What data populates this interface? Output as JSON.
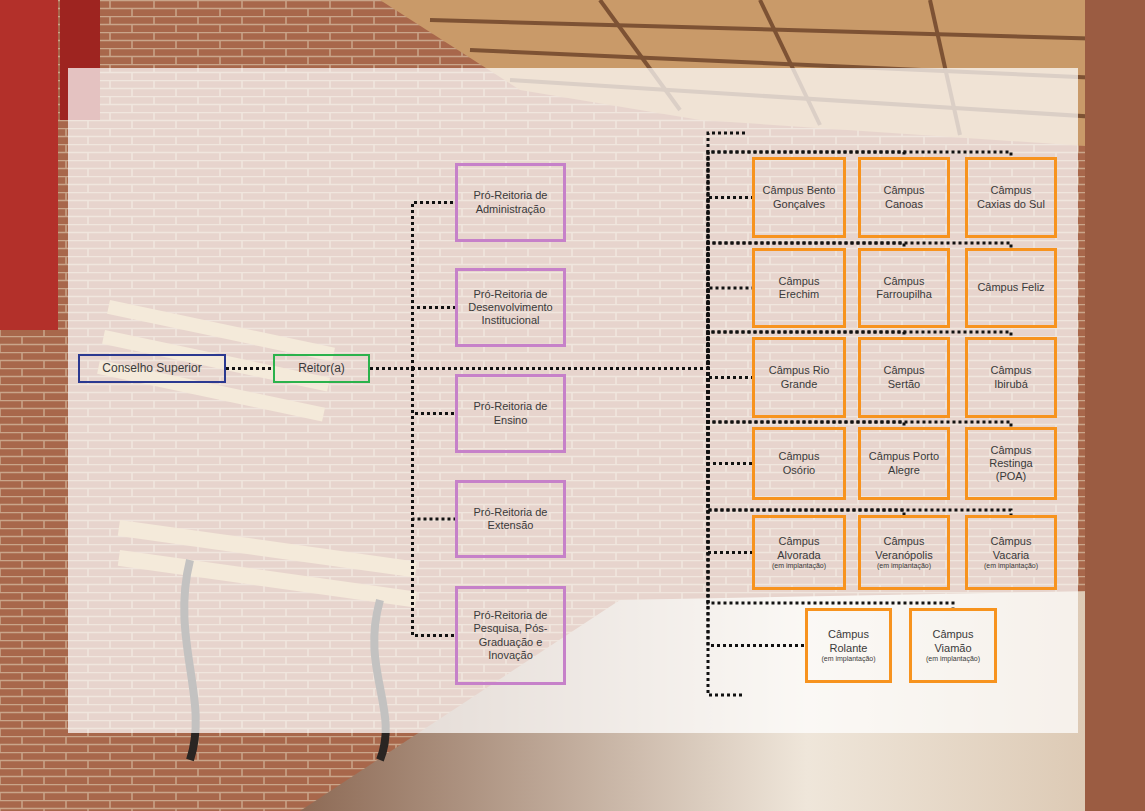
{
  "diagram": {
    "nodes": [
      {
        "text": [
          "Conselho Superior"
        ]
      },
      {
        "text": [
          "Reitor(a)"
        ]
      },
      {
        "text": [
          "Pró-Reitoria de Administração"
        ]
      },
      {
        "text": [
          "Pró-Reitoria de Desenvolvimento Institucional"
        ]
      },
      {
        "text": [
          "Pró-Reitoria de Ensino"
        ]
      },
      {
        "text": [
          "Pró-Reitoria de Extensão"
        ]
      },
      {
        "text": [
          "Pró-Reitoria de Pesquisa, Pós-Graduação e Inovação"
        ]
      },
      {
        "text": [
          "Câmpus Bento Gonçalves"
        ]
      },
      {
        "text": [
          "Câmpus Canoas"
        ]
      },
      {
        "text": [
          "Câmpus Caxias do Sul"
        ]
      },
      {
        "text": [
          "Câmpus Erechim"
        ]
      },
      {
        "text": [
          "Câmpus Farroupilha"
        ]
      },
      {
        "text": [
          "Câmpus Feliz"
        ]
      },
      {
        "text": [
          "Câmpus Rio Grande"
        ]
      },
      {
        "text": [
          "Câmpus Sertão"
        ]
      },
      {
        "text": [
          "Câmpus Ibirubá"
        ]
      },
      {
        "text": [
          "Câmpus Osório"
        ]
      },
      {
        "text": [
          "Câmpus Porto Alegre"
        ]
      },
      {
        "text": [
          "Câmpus Restinga (POA)"
        ]
      },
      {
        "text": [
          "Câmpus Alvorada",
          "(em implantação)"
        ]
      },
      {
        "text": [
          "Câmpus Veranópolis",
          "(em implantação)"
        ]
      },
      {
        "text": [
          "Câmpus Vacaria",
          "(em implantação)"
        ]
      },
      {
        "text": [
          "Câmpus Rolante",
          "(em implantação)"
        ]
      },
      {
        "text": [
          "Câmpus Viamão",
          "(em implantação)"
        ]
      }
    ],
    "edges": [
      {
        "from": 0,
        "to": 1,
        "arrow": "none"
      },
      {
        "from": 1,
        "to": 2,
        "arrow": "none"
      },
      {
        "from": 1,
        "to": 3,
        "arrow": "none"
      },
      {
        "from": 1,
        "to": 4,
        "arrow": "none"
      },
      {
        "from": 1,
        "to": 5,
        "arrow": "none"
      },
      {
        "from": 1,
        "to": 6,
        "arrow": "none"
      },
      {
        "from": 1,
        "to": 7,
        "arrow": "none"
      },
      {
        "from": 1,
        "to": 8,
        "arrow": "none"
      },
      {
        "from": 1,
        "to": 9,
        "arrow": "none"
      },
      {
        "from": 1,
        "to": 10,
        "arrow": "none"
      },
      {
        "from": 1,
        "to": 11,
        "arrow": "none"
      },
      {
        "from": 1,
        "to": 12,
        "arrow": "none"
      },
      {
        "from": 1,
        "to": 13,
        "arrow": "none"
      },
      {
        "from": 1,
        "to": 14,
        "arrow": "none"
      },
      {
        "from": 1,
        "to": 15,
        "arrow": "none"
      },
      {
        "from": 1,
        "to": 16,
        "arrow": "none"
      },
      {
        "from": 1,
        "to": 17,
        "arrow": "none"
      },
      {
        "from": 1,
        "to": 18,
        "arrow": "none"
      },
      {
        "from": 1,
        "to": 19,
        "arrow": "none"
      },
      {
        "from": 1,
        "to": 20,
        "arrow": "none"
      },
      {
        "from": 1,
        "to": 21,
        "arrow": "none"
      },
      {
        "from": 1,
        "to": 22,
        "arrow": "none"
      },
      {
        "from": 1,
        "to": 23,
        "arrow": "none"
      }
    ]
  }
}
